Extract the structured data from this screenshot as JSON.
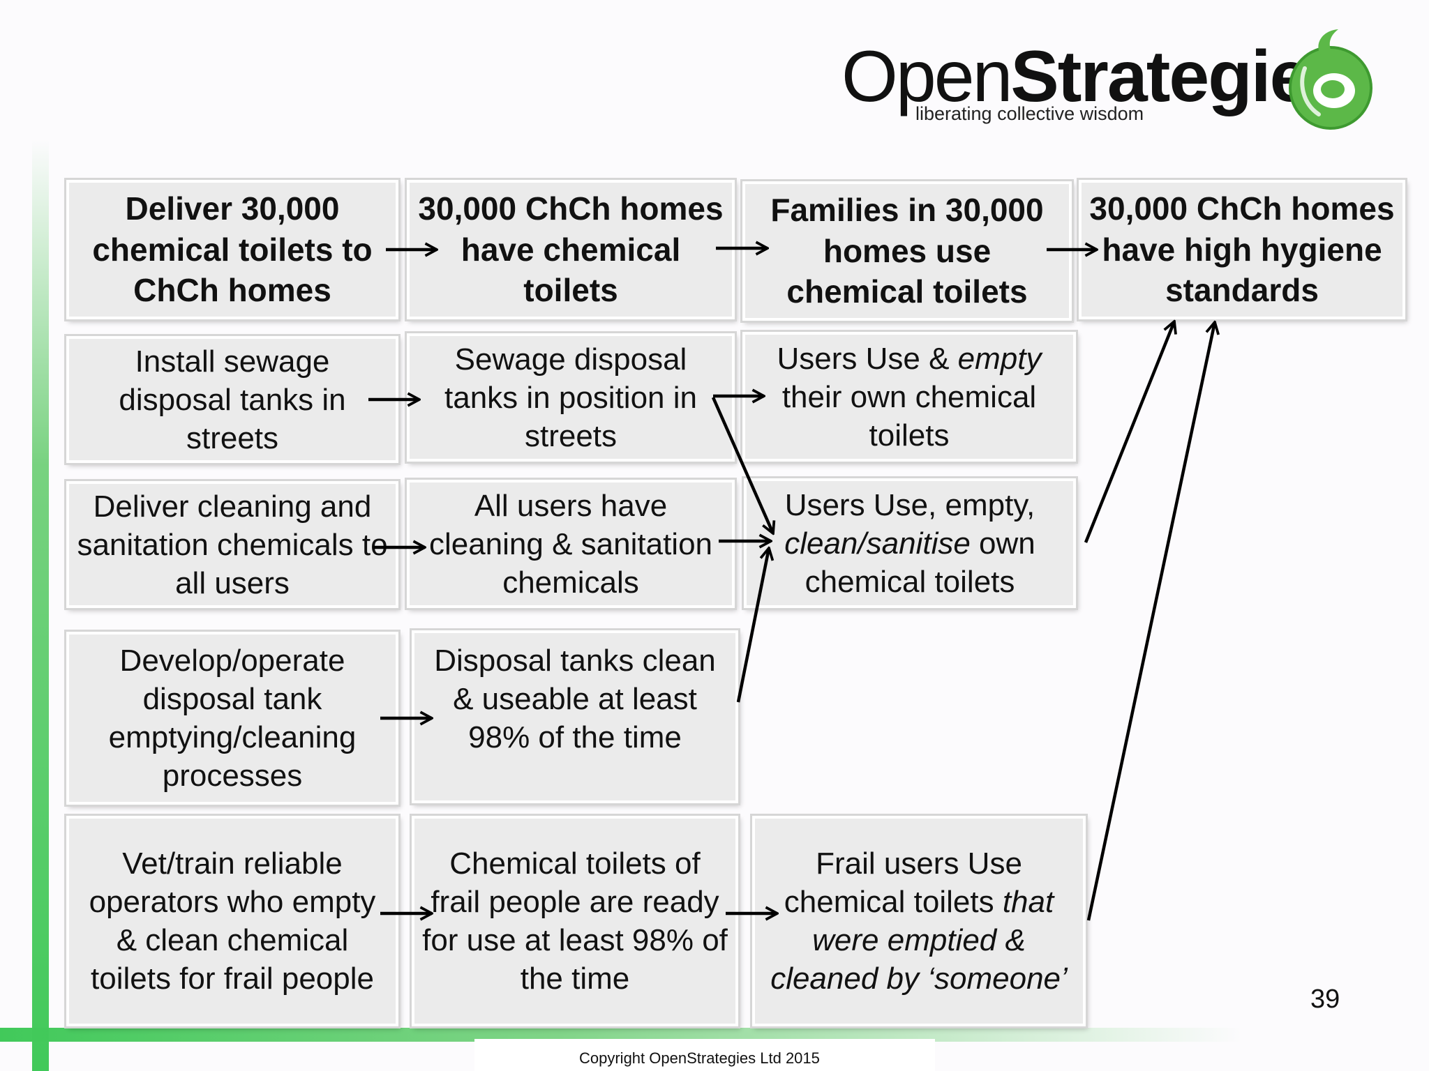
{
  "logo": {
    "name_light": "Open",
    "name_bold": "Strategies",
    "tagline": "liberating collective wisdom",
    "brand_color": "#4caf3e"
  },
  "boxes": {
    "r1c1": "Deliver 30,000 chemical toilets to ChCh homes",
    "r1c2": "30,000 ChCh homes have chemical toilets",
    "r1c3": "Families in 30,000 homes use chemical toilets",
    "r1c4": "30,000 ChCh homes have high hygiene standards",
    "r2c1": "Install sewage disposal tanks in streets",
    "r2c2": "Sewage disposal tanks in position in streets",
    "r2c3a": "Users Use & ",
    "r2c3b": "empty",
    "r2c3c": " their own chemical toilets",
    "r3c1": "Deliver cleaning and sanitation chemicals to all users",
    "r3c2": "All users have cleaning & sanitation chemicals",
    "r3c3a": "Users Use, empty, ",
    "r3c3b": "clean/sanitise",
    "r3c3c": " own chemical toilets",
    "r4c1": "Develop/operate disposal tank emptying/cleaning processes",
    "r4c2": "Disposal tanks clean & useable at least 98% of the time",
    "r5c1": "Vet/train reliable operators who empty & clean chemical toilets for frail people",
    "r5c2": "Chemical toilets of frail people are ready for use at least 98% of the time",
    "r5c3a": "Frail users Use chemical toilets ",
    "r5c3b": "that were emptied & cleaned by ‘someone’"
  },
  "page_number": "39",
  "copyright": "Copyright OpenStrategies Ltd 2015",
  "colors": {
    "accent_green": "#41c95a",
    "box_fill": "#ebebeb",
    "arrow": "#000000"
  }
}
